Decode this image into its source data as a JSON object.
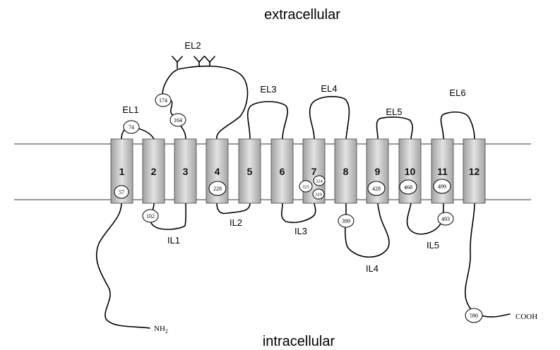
{
  "regions": {
    "top": "extracellular",
    "bottom": "intracellular"
  },
  "helices": [
    "1",
    "2",
    "3",
    "4",
    "5",
    "6",
    "7",
    "8",
    "9",
    "10",
    "11",
    "12"
  ],
  "extracellular_loops": [
    "EL1",
    "EL2",
    "EL3",
    "EL4",
    "EL5",
    "EL6"
  ],
  "intracellular_loops": [
    "IL1",
    "IL2",
    "IL3",
    "IL4",
    "IL5"
  ],
  "residues": [
    "57",
    "74",
    "102",
    "164",
    "174",
    "228",
    "324",
    "325",
    "329",
    "399",
    "428",
    "468",
    "493",
    "499",
    "590"
  ],
  "termini": {
    "n_terminus": "NH",
    "n_subscript": "2",
    "c_terminus": "COOH"
  },
  "glycosylation_marks": 3
}
